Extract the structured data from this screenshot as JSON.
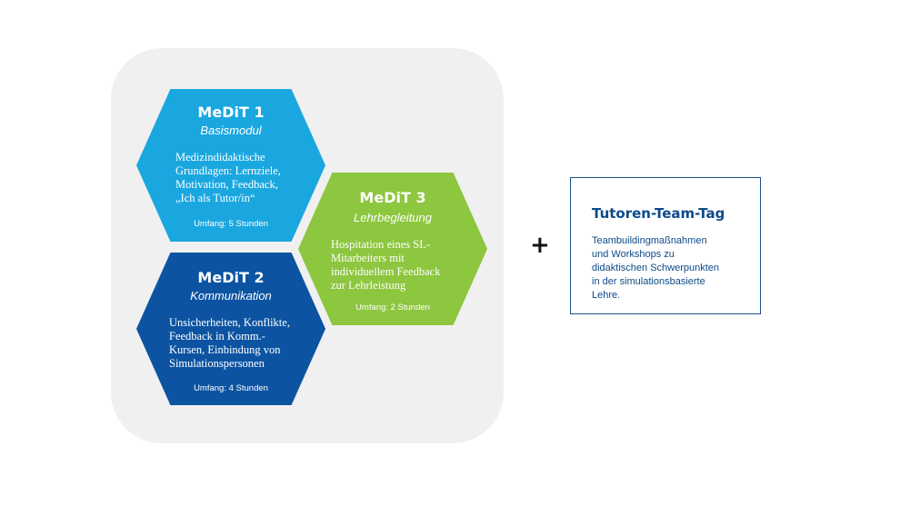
{
  "modules": [
    {
      "title": "MeDiT 1",
      "subtitle": "Basismodul",
      "description_lines": [
        "Medizindidaktische",
        "Grundlagen: Lernziele,",
        "Motivation, Feedback,",
        "„Ich als Tutor/in“"
      ],
      "scope": "Umfang: 5 Stunden",
      "color": "#1aa7e0"
    },
    {
      "title": "MeDiT 2",
      "subtitle": "Kommunikation",
      "description_lines": [
        "Unsicherheiten, Konflikte,",
        "Feedback in Komm.-",
        "Kursen, Einbindung von",
        "Simulationspersonen"
      ],
      "scope": "Umfang: 4 Stunden",
      "color": "#0c54a2"
    },
    {
      "title": "MeDiT 3",
      "subtitle": "Lehrbegleitung",
      "description_lines": [
        "Hospitation eines SL-",
        "Mitarbeiters mit",
        "individuellem Feedback",
        "zur Lehrleistung"
      ],
      "scope": "Umfang: 2 Stunden",
      "color": "#8dc63f"
    }
  ],
  "plus_sign": "+",
  "team_day": {
    "title": "Tutoren-Team-Tag",
    "description_lines": [
      "Teambuildingmaßnahmen",
      "und Workshops zu",
      "didaktischen Schwerpunkten",
      "in der simulationsbasierte",
      "Lehre."
    ],
    "border_color": "#1a4f8a"
  }
}
